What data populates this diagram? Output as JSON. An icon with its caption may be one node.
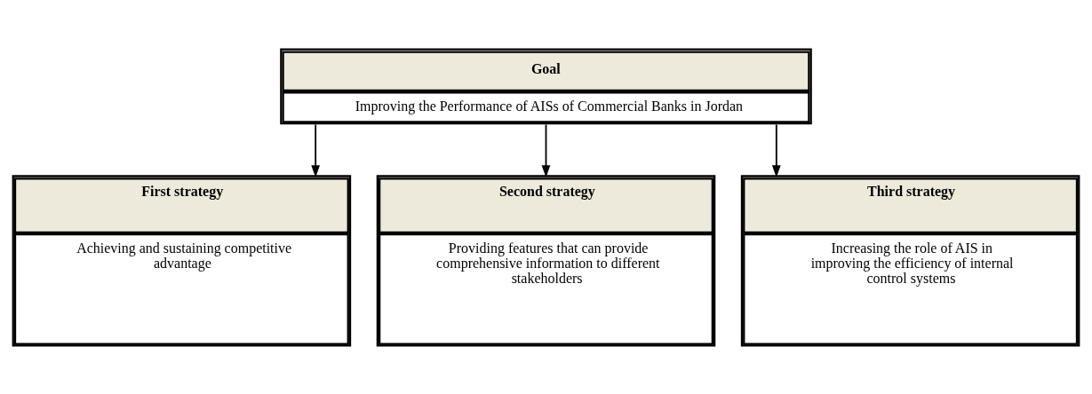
{
  "diagram": {
    "nodes": [
      {
        "text": [
          "Goal",
          "Improving the Performance of AISs of Commercial Banks in Jordan"
        ]
      },
      {
        "text": [
          "First strategy",
          "Achieving and sustaining competitive advantage"
        ]
      },
      {
        "text": [
          "Second strategy",
          "Providing features that can provide comprehensive information to different stakeholders"
        ]
      },
      {
        "text": [
          "Third strategy",
          "Increasing the role of AIS in improving the efficiency of internal control systems"
        ]
      }
    ],
    "edges": [
      {
        "from": 0,
        "to": 1,
        "arrow": "to"
      },
      {
        "from": 0,
        "to": 2,
        "arrow": "to"
      },
      {
        "from": 0,
        "to": 3,
        "arrow": "to"
      }
    ]
  }
}
